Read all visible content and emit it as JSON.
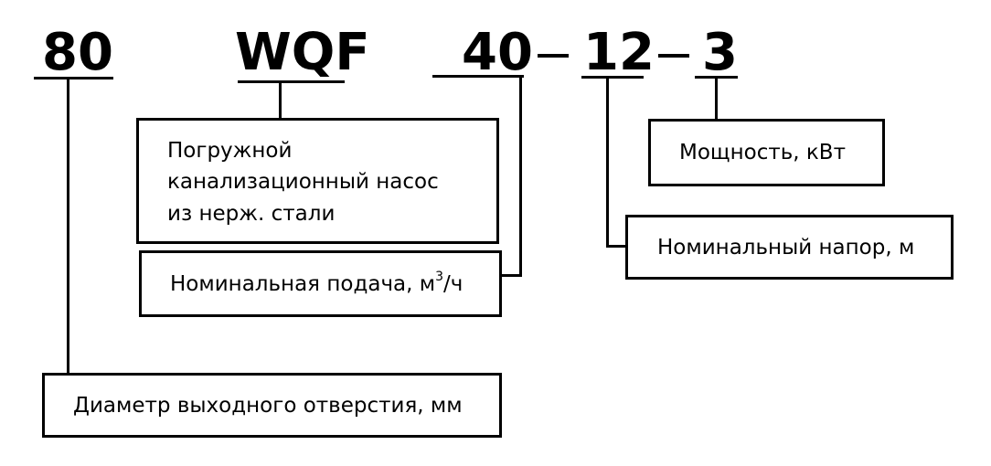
{
  "code": {
    "diameter": "80",
    "type": "WQF",
    "flow": "40",
    "head": "12",
    "power": "3"
  },
  "labels": {
    "type_line1": "Погружной",
    "type_line2": "канализационный насос",
    "type_line3": "из нерж. стали",
    "flow_prefix": "Номинальная подача, м",
    "flow_sup": "3",
    "flow_suffix": "/ч",
    "power": "Мощность, кВт",
    "head": "Номинальный напор, м",
    "diameter": "Диаметр выходного отверстия, мм"
  }
}
